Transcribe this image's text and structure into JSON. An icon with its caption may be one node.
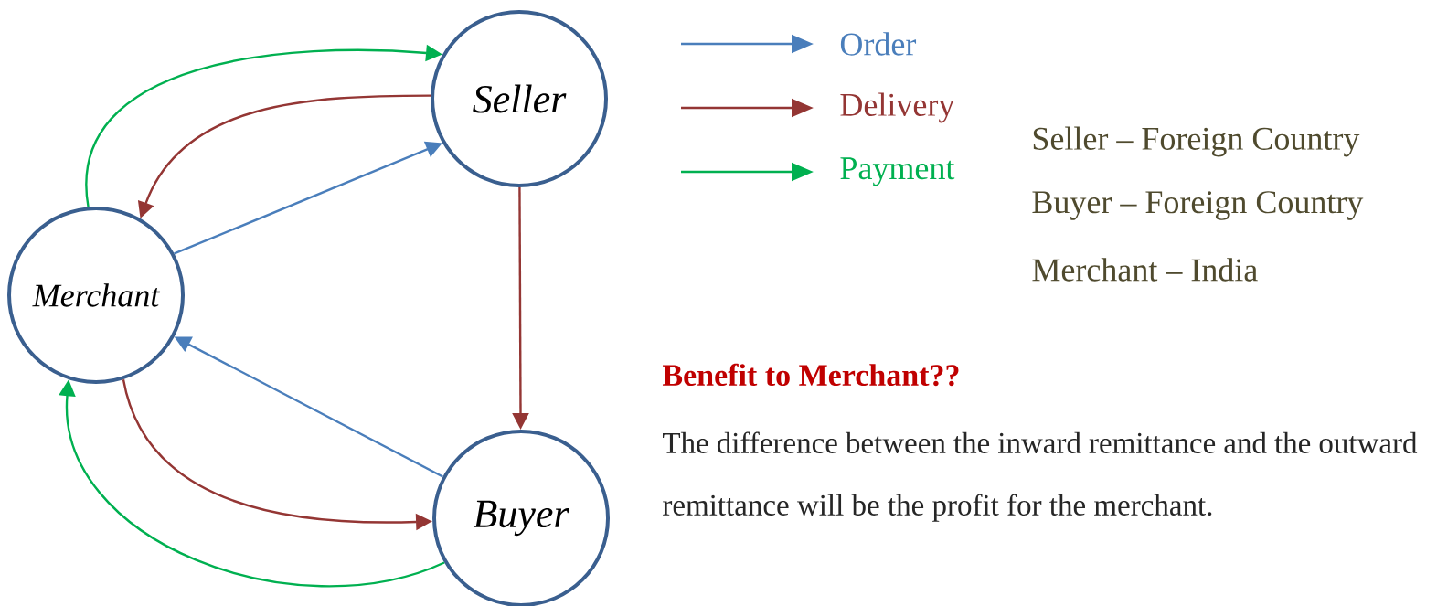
{
  "diagram": {
    "nodes": [
      {
        "text": [
          "Seller"
        ]
      },
      {
        "text": [
          "Merchant"
        ]
      },
      {
        "text": [
          "Buyer"
        ]
      }
    ],
    "edges": [
      {
        "from": 1,
        "to": 0,
        "arrow": "to",
        "color": "#00b050"
      },
      {
        "from": 0,
        "to": 1,
        "arrow": "to",
        "color": "#943634"
      },
      {
        "from": 1,
        "to": 0,
        "arrow": "to",
        "color": "#4a7ebb"
      },
      {
        "from": 0,
        "to": 2,
        "arrow": "to",
        "color": "#943634"
      },
      {
        "from": 2,
        "to": 1,
        "arrow": "to",
        "color": "#4a7ebb"
      },
      {
        "from": 1,
        "to": 2,
        "arrow": "to",
        "color": "#943634"
      },
      {
        "from": 2,
        "to": 1,
        "arrow": "to",
        "color": "#00b050"
      }
    ],
    "labels": [
      "Seller – Foreign Country",
      "Buyer – Foreign Country",
      "Merchant – India",
      "Benefit to Merchant??",
      "The difference between the inward remittance and the outward remittance will be the profit for the merchant."
    ],
    "legend": [
      {
        "text": "Order"
      },
      {
        "text": "Delivery"
      },
      {
        "text": "Payment"
      }
    ]
  }
}
